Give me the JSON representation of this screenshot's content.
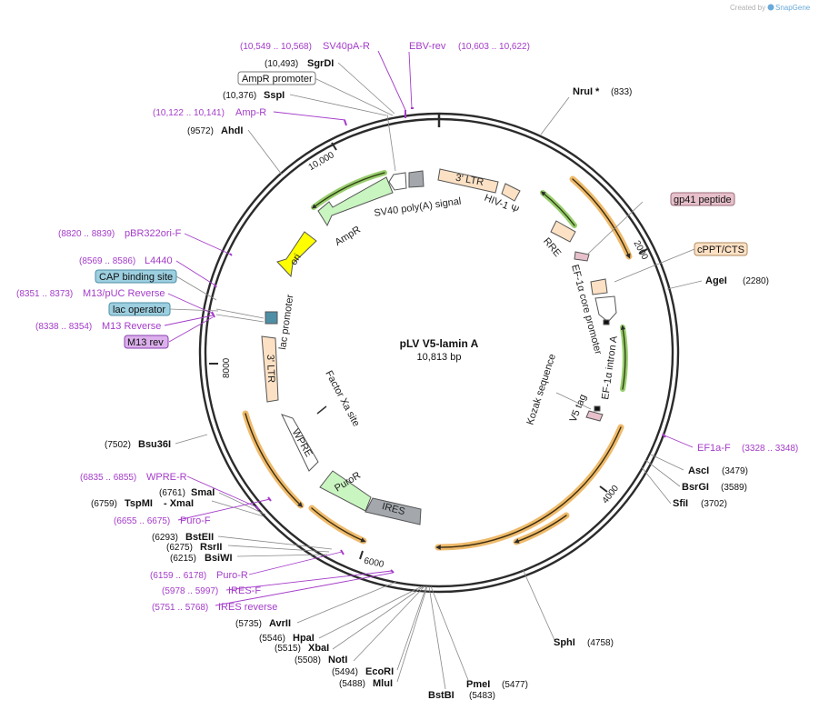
{
  "credit": {
    "prefix": "Created by",
    "brand": "SnapGene"
  },
  "plasmid": {
    "name": "pLV V5-lamin A",
    "size": "10,813 bp"
  },
  "ticks": [
    "2000",
    "4000",
    "6000",
    "8000",
    "10,000"
  ],
  "enzymes": [
    {
      "id": "nrui",
      "name": "NruI *",
      "pos": "(833)"
    },
    {
      "id": "agei",
      "name": "AgeI",
      "pos": "(2280)"
    },
    {
      "id": "asci",
      "name": "AscI",
      "pos": "(3479)"
    },
    {
      "id": "bsrgi",
      "name": "BsrGI",
      "pos": "(3589)"
    },
    {
      "id": "sfii",
      "name": "SfiI",
      "pos": "(3702)"
    },
    {
      "id": "sphi",
      "name": "SphI",
      "pos": "(4758)"
    },
    {
      "id": "pmei",
      "name": "PmeI",
      "pos": "(5477)"
    },
    {
      "id": "bstbi",
      "name": "BstBI",
      "pos": "(5483)"
    },
    {
      "id": "mlui",
      "name": "MluI",
      "pos": "(5488)"
    },
    {
      "id": "ecori",
      "name": "EcoRI",
      "pos": "(5494)"
    },
    {
      "id": "noti",
      "name": "NotI",
      "pos": "(5508)"
    },
    {
      "id": "xbai",
      "name": "XbaI",
      "pos": "(5515)"
    },
    {
      "id": "hpai",
      "name": "HpaI",
      "pos": "(5546)"
    },
    {
      "id": "avrii",
      "name": "AvrII",
      "pos": "(5735)"
    },
    {
      "id": "bsiwi",
      "name": "BsiWI",
      "pos": "(6215)"
    },
    {
      "id": "rsrii",
      "name": "RsrII",
      "pos": "(6275)"
    },
    {
      "id": "bsteii",
      "name": "BstEII",
      "pos": "(6293)"
    },
    {
      "id": "tspmi",
      "name": "TspMI",
      "pos": "(6759)",
      "extra": "- XmaI"
    },
    {
      "id": "smai",
      "name": "SmaI",
      "pos": "(6761)"
    },
    {
      "id": "bsu36i",
      "name": "Bsu36I",
      "pos": "(7502)"
    },
    {
      "id": "ahdi",
      "name": "AhdI",
      "pos": "(9572)"
    },
    {
      "id": "sspi",
      "name": "SspI",
      "pos": "(10,376)"
    },
    {
      "id": "sgrdi",
      "name": "SgrDI",
      "pos": "(10,493)"
    }
  ],
  "primers": [
    {
      "id": "sv40pa-r",
      "name": "SV40pA-R",
      "pos": "(10,549 .. 10,568)"
    },
    {
      "id": "ebv-rev",
      "name": "EBV-rev",
      "pos": "(10,603 .. 10,622)"
    },
    {
      "id": "amp-r",
      "name": "Amp-R",
      "pos": "(10,122 .. 10,141)"
    },
    {
      "id": "pbr322ori-f",
      "name": "pBR322ori-F",
      "pos": "(8820 .. 8839)"
    },
    {
      "id": "l4440",
      "name": "L4440",
      "pos": "(8569 .. 8586)"
    },
    {
      "id": "m13-puc-reverse",
      "name": "M13/pUC Reverse",
      "pos": "(8351 .. 8373)"
    },
    {
      "id": "m13-reverse",
      "name": "M13 Reverse",
      "pos": "(8338 .. 8354)"
    },
    {
      "id": "ef1a-f",
      "name": "EF1a-F",
      "pos": "(3328 .. 3348)"
    },
    {
      "id": "wpre-r",
      "name": "WPRE-R",
      "pos": "(6835 .. 6855)"
    },
    {
      "id": "puro-f",
      "name": "Puro-F",
      "pos": "(6655 .. 6675)"
    },
    {
      "id": "puro-r",
      "name": "Puro-R",
      "pos": "(6159 .. 6178)"
    },
    {
      "id": "ires-f",
      "name": "IRES-F",
      "pos": "(5978 .. 5997)"
    },
    {
      "id": "ires-reverse",
      "name": "IRES reverse",
      "pos": "(5751 .. 5768)"
    }
  ],
  "boxed_labels": [
    {
      "id": "ampr-promoter",
      "text": "AmpR promoter",
      "fill": "#ffffff",
      "stroke": "#777777"
    },
    {
      "id": "cap-binding-site",
      "text": "CAP binding site",
      "fill": "#9ccfe0",
      "stroke": "#4f8fa5"
    },
    {
      "id": "lac-operator",
      "text": "lac operator",
      "fill": "#9ccfe0",
      "stroke": "#4f8fa5"
    },
    {
      "id": "m13-rev",
      "text": "M13 rev",
      "fill": "#dcb0ec",
      "stroke": "#8a3fb0"
    },
    {
      "id": "gp41-peptide",
      "text": "gp41 peptide",
      "fill": "#e7c0cb",
      "stroke": "#9b6b7a"
    },
    {
      "id": "cppt-cts",
      "text": "cPPT/CTS",
      "fill": "#fde1c4",
      "stroke": "#b08a60"
    }
  ],
  "features": [
    {
      "id": "3-ltr-top",
      "text": "3' LTR"
    },
    {
      "id": "hiv-1-psi",
      "text": "HIV-1 Ψ"
    },
    {
      "id": "sv40-polya",
      "text": "SV40 poly(A) signal"
    },
    {
      "id": "ampr",
      "text": "AmpR"
    },
    {
      "id": "ori",
      "text": "ori"
    },
    {
      "id": "rre",
      "text": "RRE"
    },
    {
      "id": "ef1a-core-promoter",
      "text": "EF-1α core promoter"
    },
    {
      "id": "ef1a-intron-a",
      "text": "EF-1α intron A"
    },
    {
      "id": "kozak",
      "text": "Kozak sequence"
    },
    {
      "id": "v5-tag",
      "text": "V5 tag"
    },
    {
      "id": "lac-promoter",
      "text": "lac promoter"
    },
    {
      "id": "3-ltr-left",
      "text": "3' LTR"
    },
    {
      "id": "factor-xa",
      "text": "Factor Xa site"
    },
    {
      "id": "wpre",
      "text": "WPRE"
    },
    {
      "id": "puror",
      "text": "PuroR"
    },
    {
      "id": "ires",
      "text": "IRES"
    }
  ],
  "colors": {
    "backbone": "#2b2b2b",
    "enzyme_line": "#888888",
    "primer": "#a43cc9",
    "orange_arc": "#e8a33a",
    "green_arc": "#7ec14a",
    "ltr": "#fde1c4",
    "ampr": "#c9f5c0",
    "ori": "#ffff00",
    "ires": "#a4a8ad",
    "puror": "#c9f5c0"
  }
}
